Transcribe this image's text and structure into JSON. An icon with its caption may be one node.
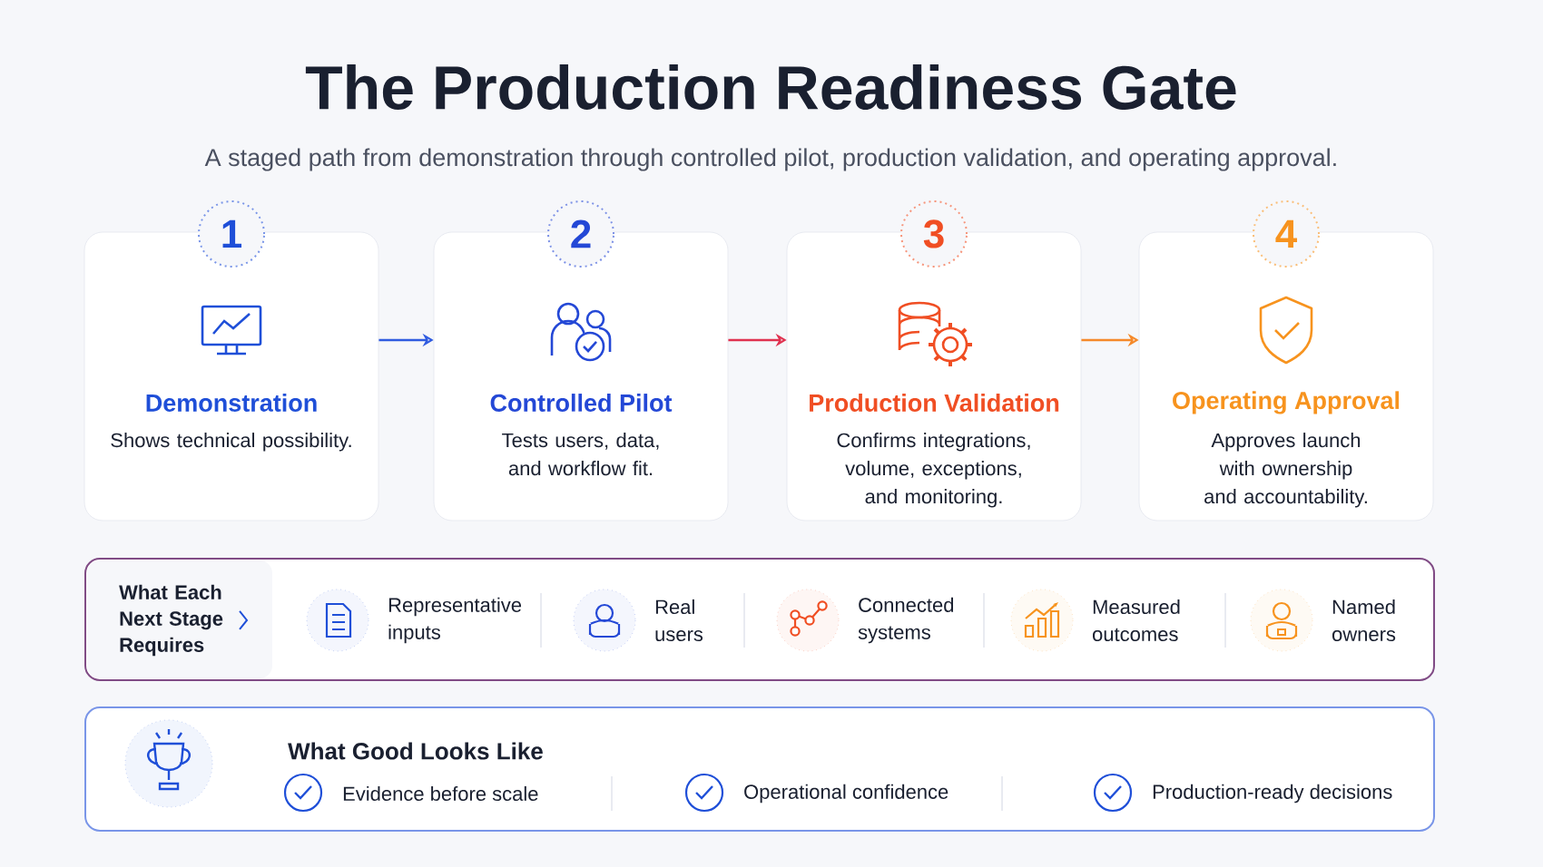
{
  "diagram": {
    "title": "The Production Readiness Gate",
    "caption": "A staged path from demonstration through controlled pilot, production validation, and operating approval.",
    "nodes": [
      {
        "text": [
          "1",
          "Demonstration",
          "Shows technical possibility."
        ]
      },
      {
        "text": [
          "2",
          "Controlled Pilot",
          "Tests users, data, and workflow fit."
        ]
      },
      {
        "text": [
          "3",
          "Production Validation",
          "Confirms integrations, volume, exceptions, and monitoring."
        ]
      },
      {
        "text": [
          "4",
          "Operating Approval",
          "Approves launch with ownership and accountability."
        ]
      },
      {
        "text": [
          "What Each Next Stage Requires"
        ]
      },
      {
        "text": [
          "What Good Looks Like"
        ]
      }
    ],
    "edges": [
      {
        "from": 0,
        "to": 1,
        "arrow": "to",
        "color": "#2f5be0"
      },
      {
        "from": 1,
        "to": 2,
        "arrow": "to",
        "color": "#e0314f"
      },
      {
        "from": 2,
        "to": 3,
        "arrow": "to",
        "color": "#f5892a"
      }
    ],
    "labels": [
      "Representative inputs",
      "Real users",
      "Connected systems",
      "Measured outcomes",
      "Named owners",
      "Evidence before scale",
      "Operational confidence",
      "Production-ready decisions"
    ]
  }
}
